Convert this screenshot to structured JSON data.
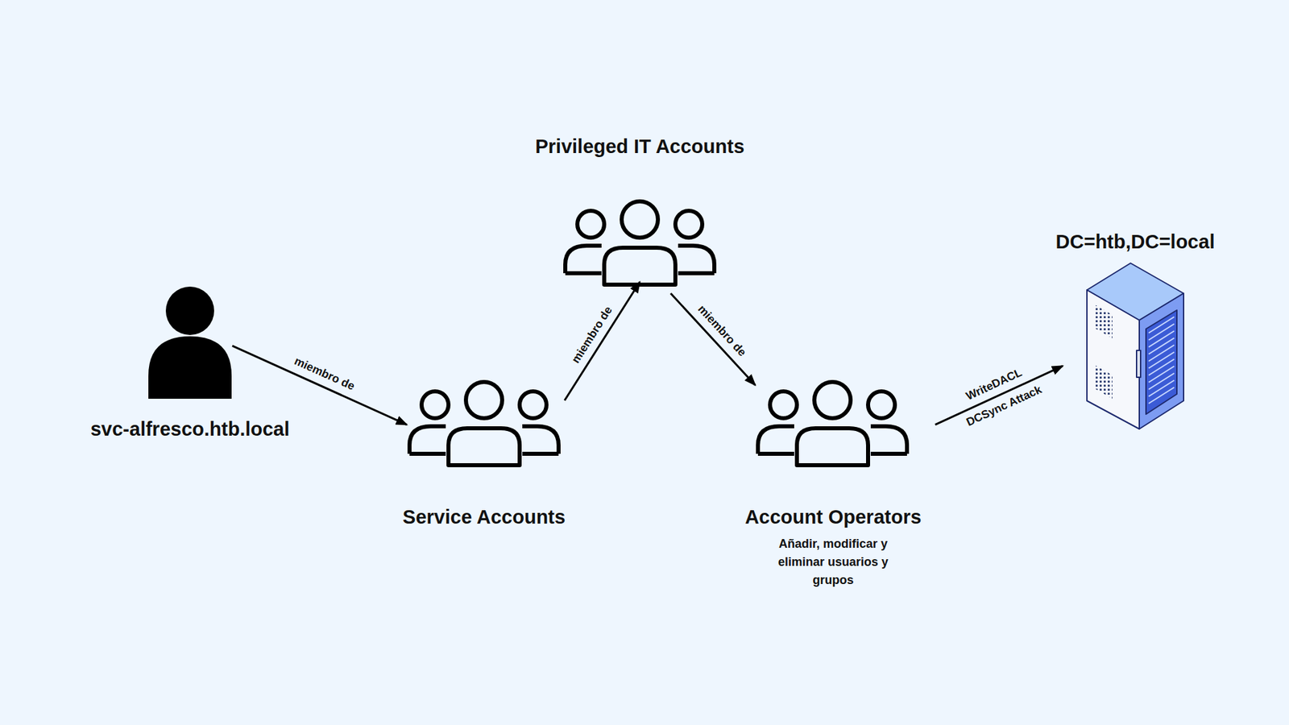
{
  "diagram": {
    "nodes": [
      {
        "text": [
          "svc-alfresco.htb.local"
        ]
      },
      {
        "text": [
          "Service Accounts"
        ]
      },
      {
        "text": [
          "Privileged IT Accounts"
        ]
      },
      {
        "text": [
          "Account Operators",
          "Añadir, modificar y eliminar usuarios y grupos"
        ]
      },
      {
        "text": [
          "DC=htb,DC=local"
        ]
      }
    ],
    "edges": [
      {
        "from": 0,
        "to": 1,
        "arrow": "to",
        "label": "miembro de"
      },
      {
        "from": 1,
        "to": 2,
        "arrow": "to",
        "label": "miembro de"
      },
      {
        "from": 2,
        "to": 3,
        "arrow": "to",
        "label": "miembro de"
      },
      {
        "from": 3,
        "to": 4,
        "arrow": "to",
        "label": "WriteDACL"
      }
    ],
    "labels": [
      "DCSync Attack"
    ]
  }
}
